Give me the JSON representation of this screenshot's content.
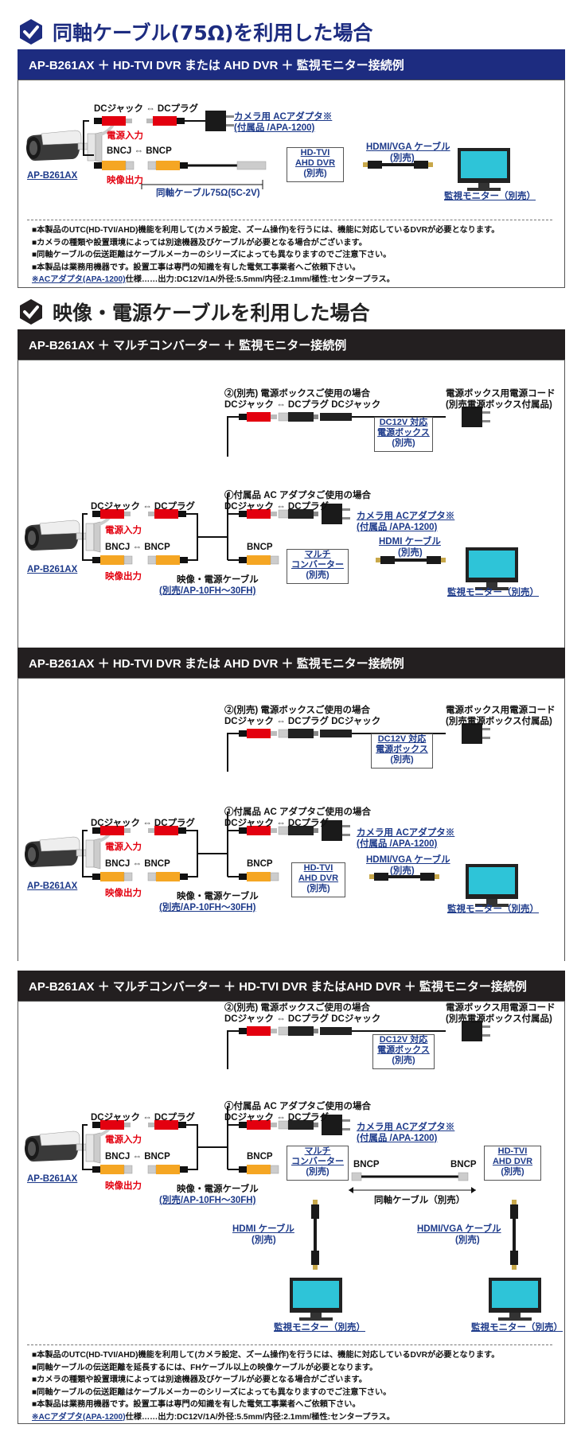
{
  "section1": {
    "title": "同軸ケーブル(75Ω)を利用した場合",
    "bar": "AP-B261AX ＋ HD-TVI DVR または AHD DVR ＋ 監視モニター接続例",
    "dc_jack_plug": "DCジャック ⇔ DCプラグ",
    "power_in": "電源入力",
    "bncj_bncp": "BNCJ ⇔ BNCP",
    "video_out": "映像出力",
    "camera_label": "AP-B261AX",
    "adapter_line1": "カメラ用 ACアダプタ※",
    "adapter_line2": "(付属品 /APA-1200)",
    "coax_label": "同軸ケーブル75Ω(5C-2V)",
    "dvr_line1": "HD-TVI",
    "dvr_line2": "AHD DVR",
    "dvr_line3": "(別売)",
    "hdmi_line1": "HDMI/VGA ケーブル",
    "hdmi_line2": "(別売)",
    "monitor": "監視モニター（別売）",
    "notes": [
      "■本製品のUTC(HD-TVI/AHD)機能を利用して(カメラ設定、ズーム操作)を行うには、機能に対応しているDVRが必要となります。",
      "■カメラの種類や設置環境によっては別途機器及びケーブルが必要となる場合がございます。",
      "■同軸ケーブルの伝送距離はケーブルメーカーのシリーズによっても異なりますのでご注意下さい。",
      "■本製品は業務用機器です。設置工事は専門の知識を有した電気工事業者へご依頼下さい。"
    ],
    "note_adapter_link": "※ACアダプタ(APA-1200)",
    "note_adapter_spec": "仕様……出力:DC12V/1A/外径:5.5mm/内径:2.1mm/極性:センタープラス。"
  },
  "section2": {
    "title": "映像・電源ケーブルを利用した場合"
  },
  "diagramA": {
    "bar": "AP-B261AX ＋ マルチコンバーター ＋ 監視モニター接続例",
    "opt2": "②(別売) 電源ボックスご使用の場合",
    "opt2_sub": "DCジャック ⇔ DCプラグ DCジャック",
    "cord_line1": "電源ボックス用電源コード",
    "cord_line2": "(別売電源ボックス付属品)",
    "psu_line1": "DC12V 対応",
    "psu_line2": "電源ボックス",
    "psu_line3": "(別売)",
    "opt1": "①付属品 AC アダプタご使用の場合",
    "opt1_sub": "DCジャック ⇔ DCプラグ",
    "dc_jack_plug": "DCジャック ⇔ DCプラグ",
    "power_in": "電源入力",
    "bncj_bncp": "BNCJ ⇔ BNCP",
    "video_out": "映像出力",
    "camera_label": "AP-B261AX",
    "adapter_line1": "カメラ用 ACアダプタ※",
    "adapter_line2": "(付属品 /APA-1200)",
    "bncp": "BNCP",
    "cable_line1": "映像・電源ケーブル",
    "cable_line2": "(別売/AP-10FH～30FH)",
    "dev_line1": "マルチ",
    "dev_line2": "コンバーター",
    "dev_line3": "(別売)",
    "hdmi_line1": "HDMI ケーブル",
    "hdmi_line2": "(別売)",
    "monitor": "監視モニター（別売）"
  },
  "diagramB": {
    "bar": "AP-B261AX ＋ HD-TVI DVR または AHD DVR ＋ 監視モニター接続例",
    "opt2": "②(別売) 電源ボックスご使用の場合",
    "opt2_sub": "DCジャック ⇔ DCプラグ DCジャック",
    "cord_line1": "電源ボックス用電源コード",
    "cord_line2": "(別売電源ボックス付属品)",
    "psu_line1": "DC12V 対応",
    "psu_line2": "電源ボックス",
    "psu_line3": "(別売)",
    "opt1": "①付属品 AC アダプタご使用の場合",
    "opt1_sub": "DCジャック ⇔ DCプラグ",
    "dc_jack_plug": "DCジャック ⇔ DCプラグ",
    "power_in": "電源入力",
    "bncj_bncp": "BNCJ ⇔ BNCP",
    "video_out": "映像出力",
    "camera_label": "AP-B261AX",
    "adapter_line1": "カメラ用 ACアダプタ※",
    "adapter_line2": "(付属品 /APA-1200)",
    "bncp": "BNCP",
    "cable_line1": "映像・電源ケーブル",
    "cable_line2": "(別売/AP-10FH～30FH)",
    "dev_line1": "HD-TVI",
    "dev_line2": "AHD DVR",
    "dev_line3": "(別売)",
    "hdmi_line1": "HDMI/VGA ケーブル",
    "hdmi_line2": "(別売)",
    "monitor": "監視モニター（別売）"
  },
  "diagramC": {
    "bar": "AP-B261AX ＋ マルチコンバーター ＋ HD-TVI DVR またはAHD DVR ＋ 監視モニター接続例",
    "opt2": "②(別売) 電源ボックスご使用の場合",
    "opt2_sub": "DCジャック ⇔ DCプラグ DCジャック",
    "cord_line1": "電源ボックス用電源コード",
    "cord_line2": "(別売電源ボックス付属品)",
    "psu_line1": "DC12V 対応",
    "psu_line2": "電源ボックス",
    "psu_line3": "(別売)",
    "opt1": "①付属品 AC アダプタご使用の場合",
    "opt1_sub": "DCジャック ⇔ DCプラグ",
    "dc_jack_plug": "DCジャック ⇔ DCプラグ",
    "power_in": "電源入力",
    "bncj_bncp": "BNCJ ⇔ BNCP",
    "video_out": "映像出力",
    "camera_label": "AP-B261AX",
    "adapter_line1": "カメラ用 ACアダプタ※",
    "adapter_line2": "(付属品 /APA-1200)",
    "bncp": "BNCP",
    "cable_line1": "映像・電源ケーブル",
    "cable_line2": "(別売/AP-10FH～30FH)",
    "conv_line1": "マルチ",
    "conv_line2": "コンバーター",
    "conv_line3": "(別売)",
    "coax": "同軸ケーブル（別売）",
    "dvr_line1": "HD-TVI",
    "dvr_line2": "AHD DVR",
    "dvr_line3": "(別売)",
    "hdmi_left_line1": "HDMI ケーブル",
    "hdmi_left_line2": "(別売)",
    "hdmi_right_line1": "HDMI/VGA ケーブル",
    "hdmi_right_line2": "(別売)",
    "monitor": "監視モニター（別売）"
  },
  "notes2": [
    "■本製品のUTC(HD-TVI/AHD)機能を利用して(カメラ設定、ズーム操作)を行うには、機能に対応しているDVRが必要となります。",
    "■同軸ケーブルの伝送距離を延長するには、FHケーブル以上の映像ケーブルが必要となります。",
    "■カメラの種類や設置環境によっては別途機器及びケーブルが必要となる場合がございます。",
    "■同軸ケーブルの伝送距離はケーブルメーカーのシリーズによっても異なりますのでご注意下さい。",
    "■本製品は業務用機器です。設置工事は専門の知識を有した電気工事業者へご依頼下さい。"
  ],
  "notes2_adapter_link": "※ACアダプタ(APA-1200)",
  "notes2_adapter_spec": "仕様……出力:DC12V/1A/外径:5.5mm/内径:2.1mm/極性:センタープラス。",
  "colors": {
    "navy": "#1d2c80",
    "dark": "#231f20",
    "red": "#e3000f",
    "yellow": "#f5a623",
    "link": "#1d3a8a",
    "screen": "#2ec4d8"
  }
}
